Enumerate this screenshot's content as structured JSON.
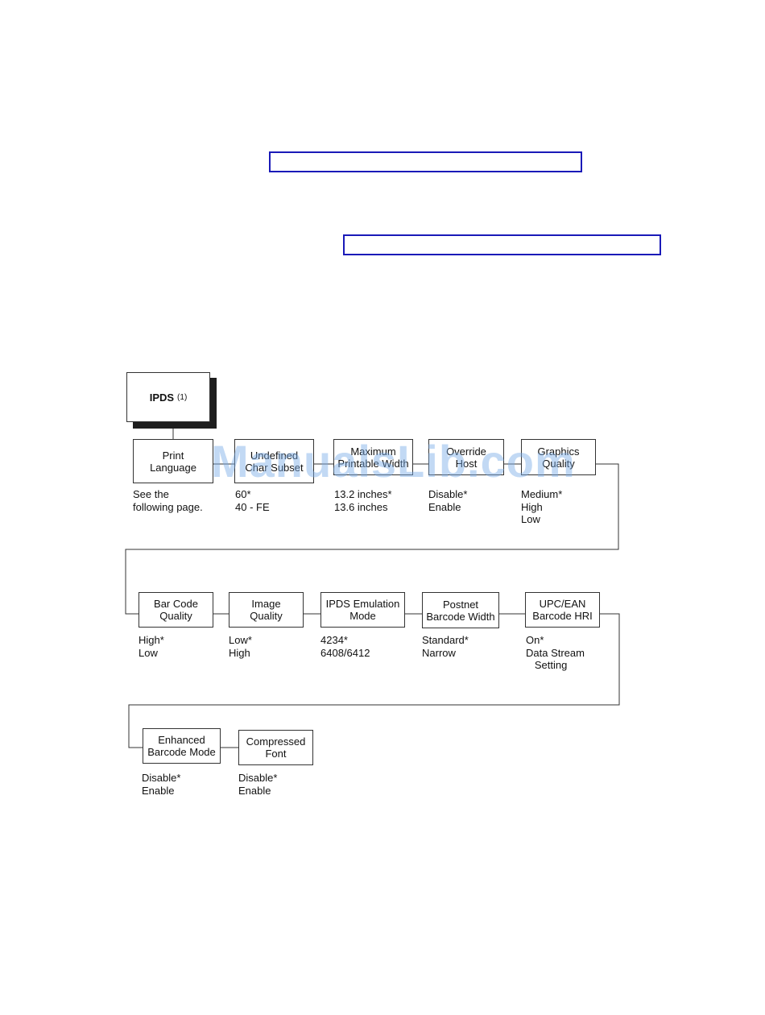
{
  "root": {
    "label": "IPDS",
    "note": "(1)"
  },
  "watermark": "ManualsLib.com",
  "rows": [
    [
      {
        "id": "print-language",
        "lines": [
          "Print",
          "Language"
        ],
        "options": [
          "See the",
          "following page."
        ]
      },
      {
        "id": "undefined-char-subset",
        "lines": [
          "Undefined",
          "Char Subset"
        ],
        "options": [
          "60*",
          "40 - FE"
        ]
      },
      {
        "id": "maximum-printable-width",
        "lines": [
          "Maximum",
          "Printable Width"
        ],
        "options": [
          "13.2 inches*",
          "13.6 inches"
        ]
      },
      {
        "id": "override-host",
        "lines": [
          "Override",
          "Host"
        ],
        "options": [
          "Disable*",
          "Enable"
        ]
      },
      {
        "id": "graphics-quality",
        "lines": [
          "Graphics",
          "Quality"
        ],
        "options": [
          "Medium*",
          "High",
          "Low"
        ]
      }
    ],
    [
      {
        "id": "bar-code-quality",
        "lines": [
          "Bar Code",
          "Quality"
        ],
        "options": [
          "High*",
          "Low"
        ]
      },
      {
        "id": "image-quality",
        "lines": [
          "Image",
          "Quality"
        ],
        "options": [
          "Low*",
          "High"
        ]
      },
      {
        "id": "ipds-emulation-mode",
        "lines": [
          "IPDS Emulation",
          "Mode"
        ],
        "options": [
          "4234*",
          "6408/6412"
        ]
      },
      {
        "id": "postnet-barcode-width",
        "lines": [
          "Postnet",
          "Barcode Width"
        ],
        "options": [
          "Standard*",
          "Narrow"
        ]
      },
      {
        "id": "upc-ean-barcode-hri",
        "lines": [
          "UPC/EAN",
          "Barcode HRI"
        ],
        "options": [
          "On*",
          "Data Stream",
          "   Setting"
        ]
      }
    ],
    [
      {
        "id": "enhanced-barcode-mode",
        "lines": [
          "Enhanced",
          "Barcode Mode"
        ],
        "options": [
          "Disable*",
          "Enable"
        ]
      },
      {
        "id": "compressed-font",
        "lines": [
          "Compressed",
          "Font"
        ],
        "options": [
          "Disable*",
          "Enable"
        ]
      }
    ]
  ]
}
